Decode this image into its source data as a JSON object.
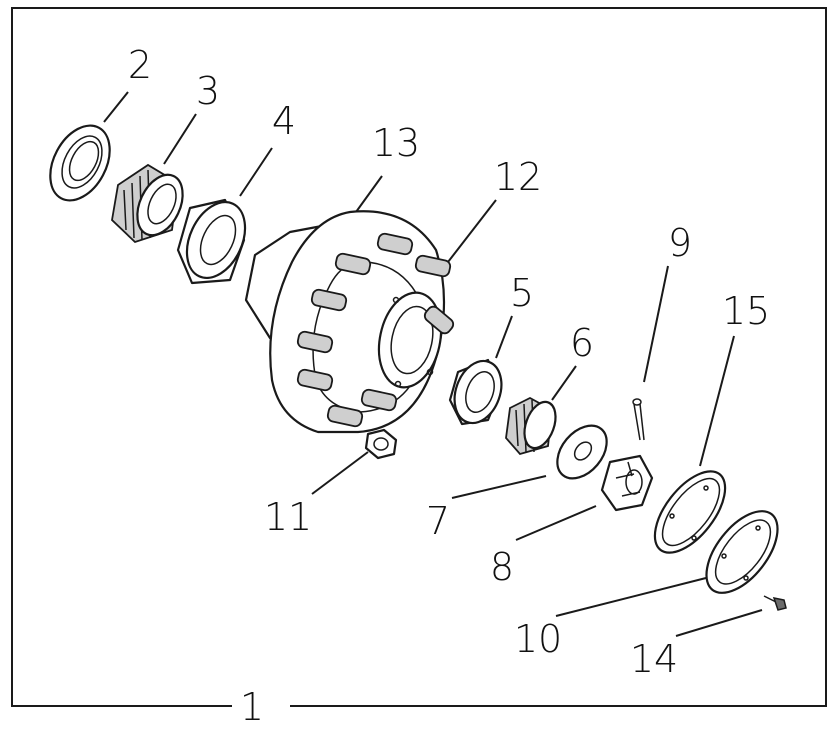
{
  "labels": {
    "assembly": "1",
    "oil_seal": "2",
    "inner_bearing_cone": "3",
    "inner_bearing_cup": "4",
    "outer_bearing_cup": "5",
    "outer_bearing_cone": "6",
    "washer": "7",
    "castle_nut": "8",
    "cotter_pin": "9",
    "hub_cap": "10",
    "wheel_nut": "11",
    "wheel_stud": "12",
    "hub": "13",
    "cap_bolt": "14",
    "gasket": "15"
  }
}
